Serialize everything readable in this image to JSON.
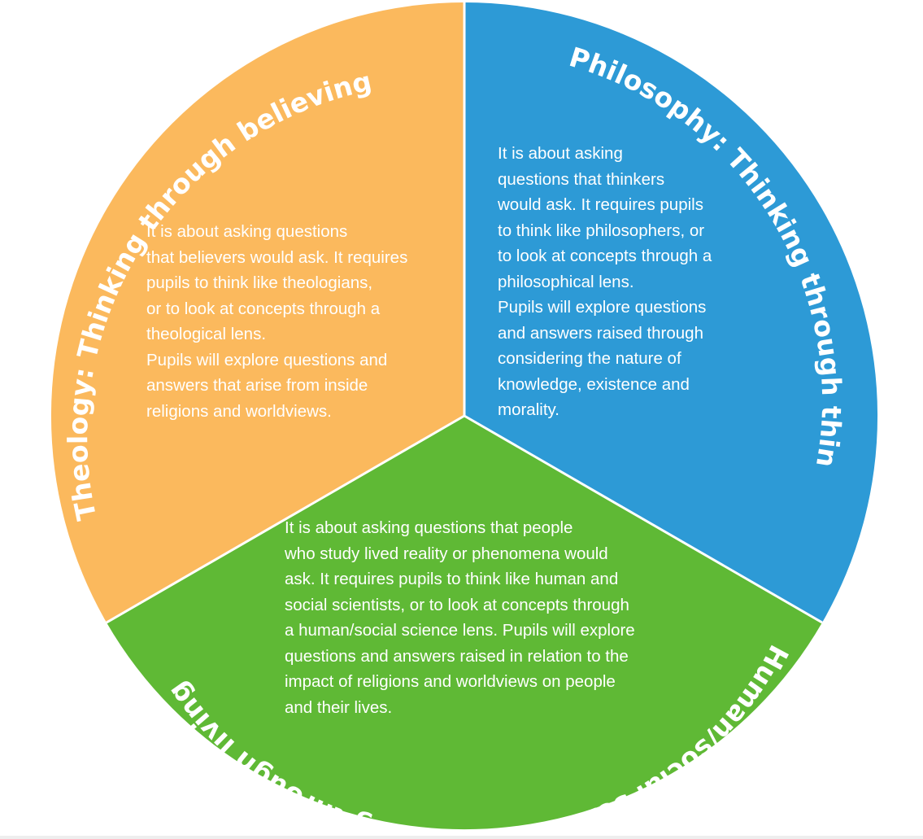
{
  "colors": {
    "theology": "#fbb95d",
    "philosophy": "#2d9ad6",
    "social": "#5fb935",
    "divider": "#ffffff",
    "text": "#ffffff"
  },
  "segments": {
    "theology": {
      "title": "Theology:  Thinking through believing",
      "body": "        It is about asking questions\nthat believers would ask. It requires\npupils to think like theologians,\nor to look at concepts through a\ntheological lens.\nPupils will explore questions and\nanswers that arise from inside\nreligions and worldviews."
    },
    "philosophy": {
      "title": "Philosophy: Thinking through thinking",
      "body": "It is about asking\nquestions that thinkers\nwould ask. It requires pupils\nto think like philosophers, or\nto look at concepts through a\nphilosophical lens.\nPupils will explore questions\nand answers raised through\nconsidering the nature of\nknowledge, existence and\nmorality."
    },
    "social": {
      "title": "Human/social sciences: Thinking through living",
      "body": "It is about asking questions that people\nwho study lived reality or phenomena would\nask. It requires pupils to think like human and\nsocial scientists, or to look at concepts through\na human/social science lens. Pupils will explore\nquestions and answers raised in relation to the\nimpact of religions and worldviews on people\nand their lives."
    }
  }
}
